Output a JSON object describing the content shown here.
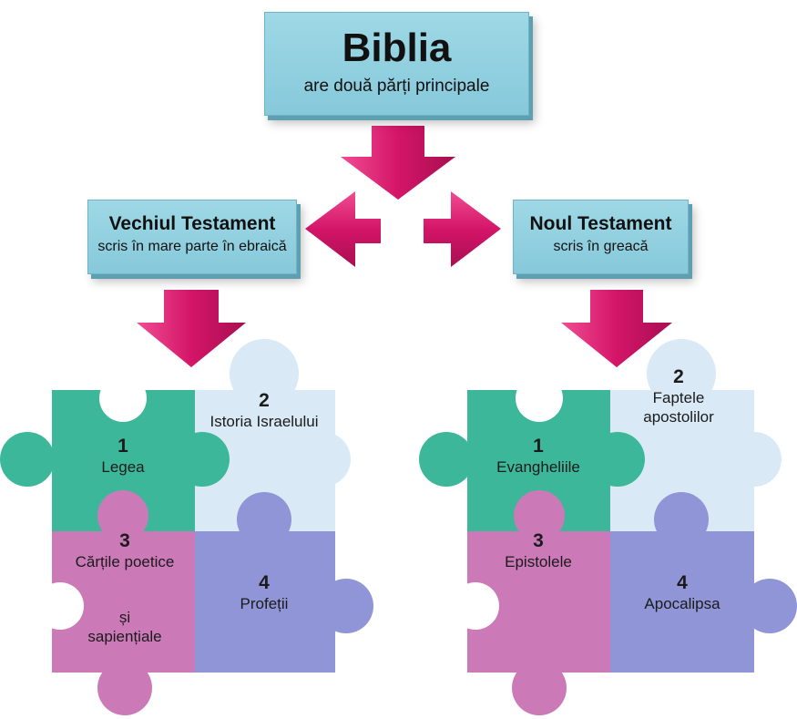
{
  "bible": {
    "title": "Biblia",
    "subtitle": "are două părți principale"
  },
  "old_testament": {
    "title": "Vechiul Testament",
    "subtitle": "scris în mare parte în ebraică",
    "pieces": [
      {
        "num": "1",
        "label": "Legea"
      },
      {
        "num": "2",
        "label": "Istoria Israelului"
      },
      {
        "num": "3",
        "label_line1": "Cărțile poetice",
        "label_line2": "și",
        "label_line3": "sapiențiale"
      },
      {
        "num": "4",
        "label": "Profeții"
      }
    ]
  },
  "new_testament": {
    "title": "Noul Testament",
    "subtitle": "scris în greacă",
    "pieces": [
      {
        "num": "1",
        "label": "Evangheliile"
      },
      {
        "num": "2",
        "label_line1": "Faptele",
        "label_line2": "apostolilor"
      },
      {
        "num": "3",
        "label": "Epistolele"
      },
      {
        "num": "4",
        "label": "Apocalipsa"
      }
    ]
  },
  "colors": {
    "box": "#8fd0e0",
    "arrow": "#d6186a",
    "piece1": "#3db79a",
    "piece2": "#d9e9f6",
    "piece3": "#cc79b8",
    "piece4": "#8f95d6"
  }
}
